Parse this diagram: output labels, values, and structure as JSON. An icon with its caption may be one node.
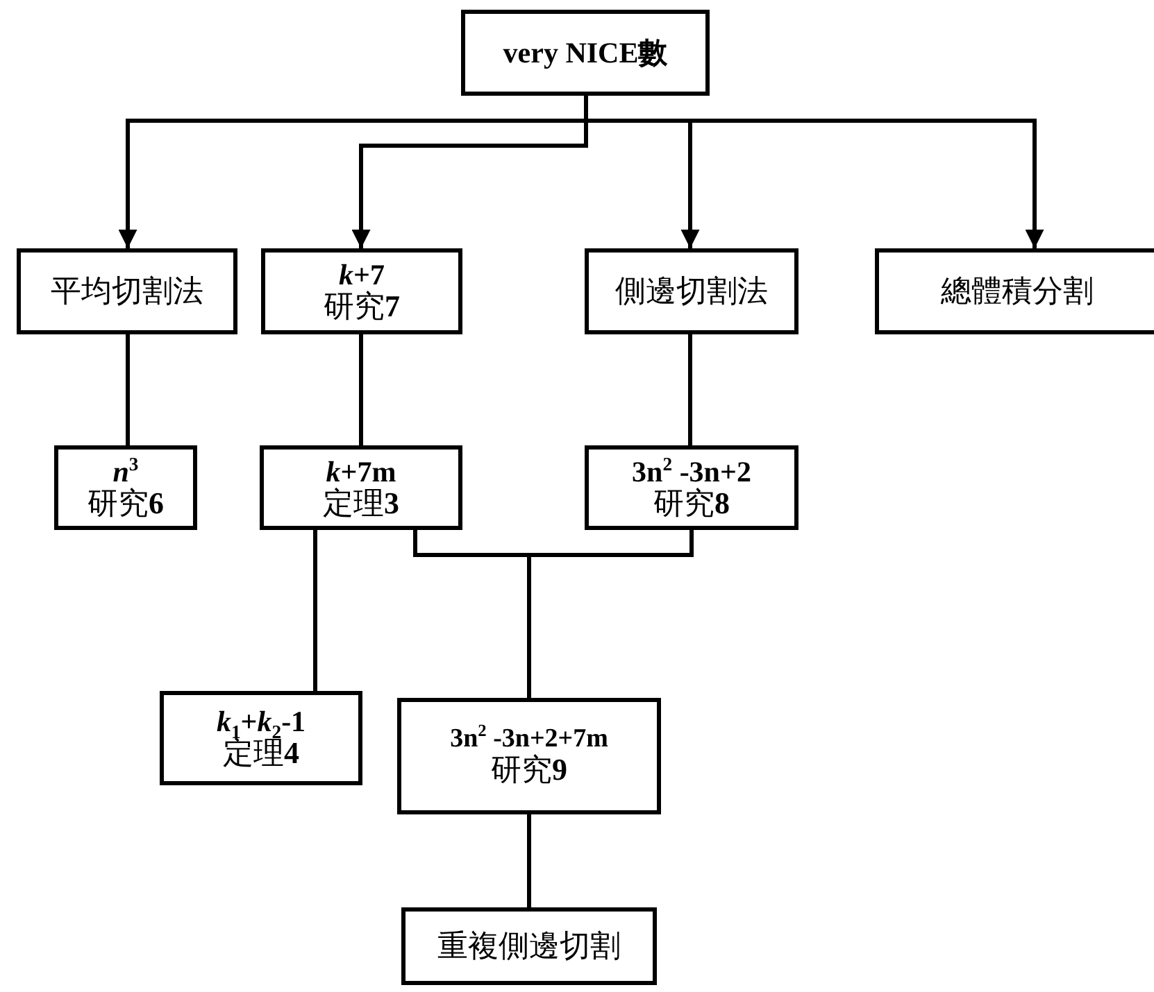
{
  "diagram": {
    "nodes": [
      {
        "text": [
          "very NICE數"
        ]
      },
      {
        "text": [
          "平均切割法"
        ]
      },
      {
        "text": [
          "*k*+7",
          "研究**7**"
        ]
      },
      {
        "text": [
          "側邊切割法"
        ]
      },
      {
        "text": [
          "總體積分割"
        ]
      },
      {
        "text": [
          "*n*$^{3}$",
          "研究**6**"
        ]
      },
      {
        "text": [
          "*k*+7m",
          "定理**3**"
        ]
      },
      {
        "text": [
          "3n$^{2}$ -3n+2",
          "研究**8**"
        ]
      },
      {
        "text": [
          "*k*$_{1}$+*k*$_{2}$-1",
          "定理**4**"
        ]
      },
      {
        "text": [
          "3n$^{2}$ -3n+2+7m",
          "研究**9**"
        ]
      },
      {
        "text": [
          "重複側邊切割"
        ]
      }
    ],
    "edges": [
      {
        "from": 0,
        "to": 1,
        "arrow": "to"
      },
      {
        "from": 0,
        "to": 2,
        "arrow": "to"
      },
      {
        "from": 0,
        "to": 3,
        "arrow": "to"
      },
      {
        "from": 0,
        "to": 4,
        "arrow": "to"
      },
      {
        "from": 1,
        "to": 5,
        "arrow": "none"
      },
      {
        "from": 2,
        "to": 6,
        "arrow": "none"
      },
      {
        "from": 3,
        "to": 7,
        "arrow": "none"
      },
      {
        "from": 6,
        "to": 8,
        "arrow": "none"
      },
      {
        "from": 6,
        "to": 9,
        "arrow": "none"
      },
      {
        "from": 7,
        "to": 9,
        "arrow": "none"
      },
      {
        "from": 9,
        "to": 10,
        "arrow": "none"
      }
    ]
  }
}
